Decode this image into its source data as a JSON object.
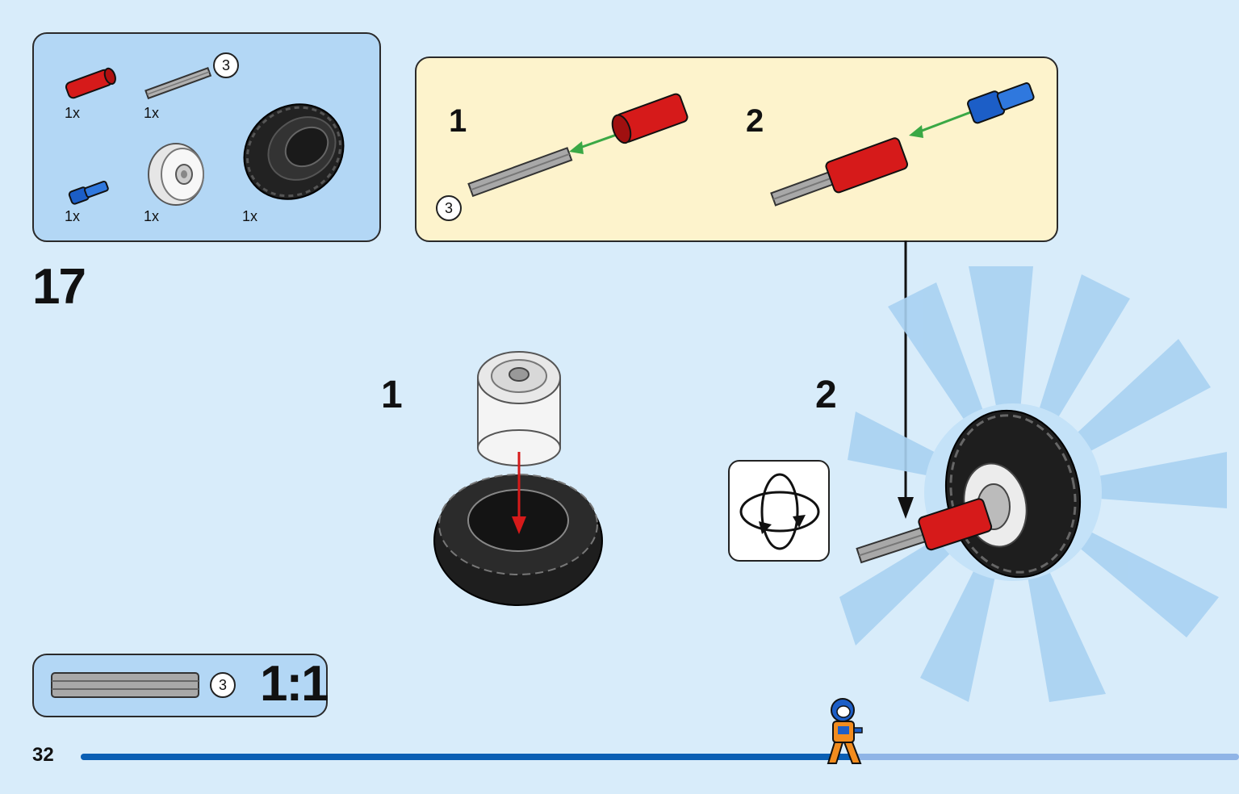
{
  "parts_list": {
    "items": [
      {
        "name": "red-axle-connector",
        "qty": "1x"
      },
      {
        "name": "gray-axle-3",
        "qty": "1x",
        "length": "3"
      },
      {
        "name": "blue-pin",
        "qty": "1x"
      },
      {
        "name": "white-wheel-rim",
        "qty": "1x"
      },
      {
        "name": "black-tire",
        "qty": "1x"
      }
    ]
  },
  "step": {
    "number": "17"
  },
  "substeps": {
    "first": {
      "number": "1",
      "length_callout": "3"
    },
    "second": {
      "number": "2"
    }
  },
  "main": {
    "substep_1": "1",
    "substep_2": "2"
  },
  "scale_box": {
    "length": "3",
    "ratio": "1:1"
  },
  "footer": {
    "page_number": "32",
    "progress": 0.67
  },
  "colors": {
    "red": "#d61a1a",
    "blue": "#1c5ec7",
    "gray": "#9a9a9a",
    "panel_blue": "#b3d7f5",
    "panel_yellow": "#fdf3cc",
    "arrow_green": "#3aa845"
  }
}
